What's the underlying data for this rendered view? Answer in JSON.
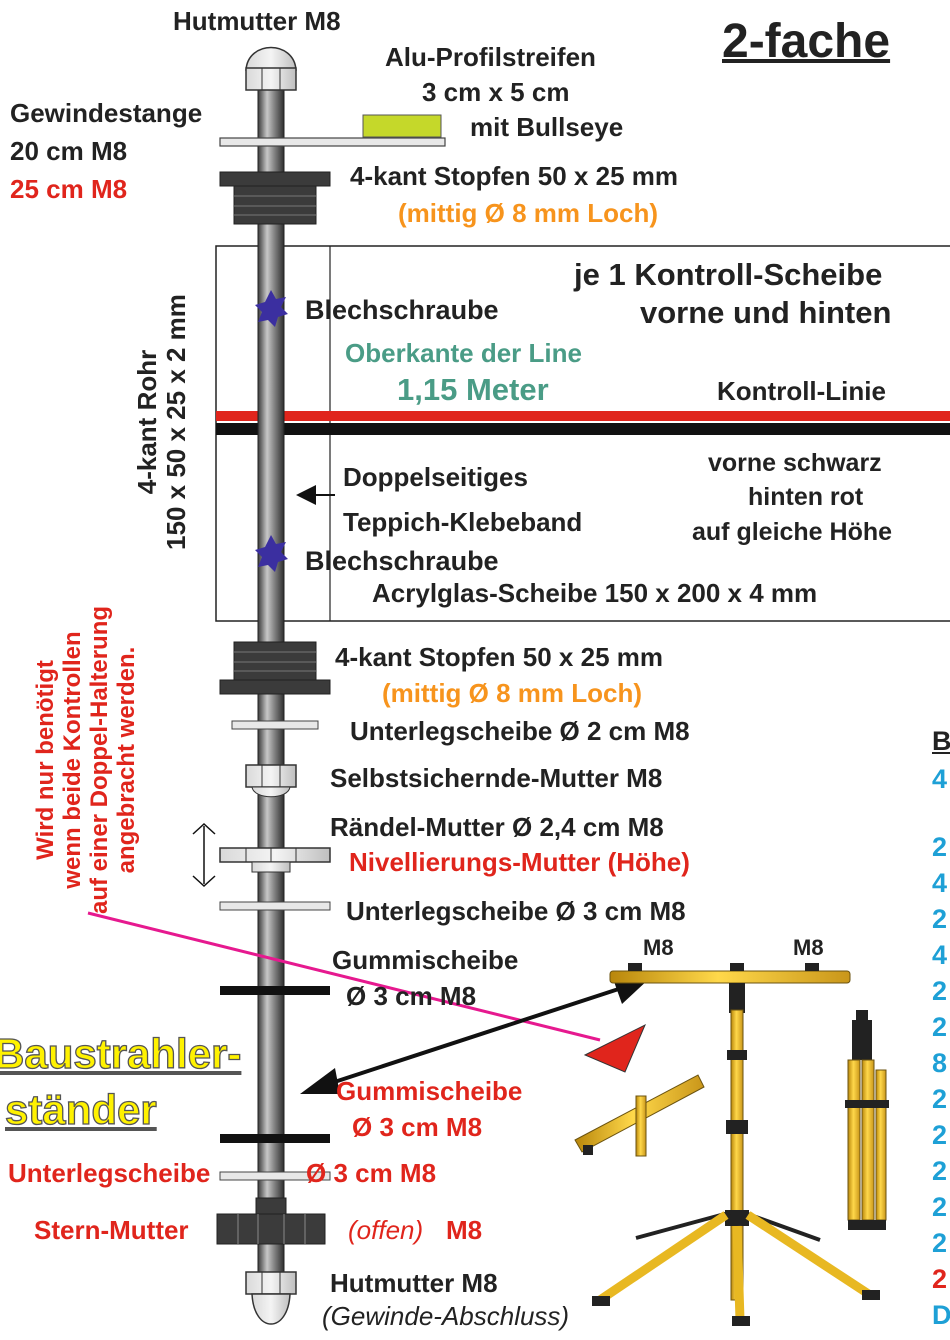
{
  "title": "2-fache",
  "colors": {
    "label_dark": "#222222",
    "label_red": "#e0251c",
    "label_orange": "#f7941d",
    "label_teal": "#4a9c86",
    "label_blue": "#1ea0d6",
    "alu_strip": "#c5d82a",
    "bullseye_screw": "#3b2fa0",
    "tripod_yellow": "#f2c12e",
    "pointer_magenta": "#e6198f"
  },
  "labels": {
    "hutmutter_top": "Hutmutter M8",
    "alu_line1": "Alu-Profilstreifen",
    "alu_line2": "3 cm x 5 cm",
    "alu_line3": "mit Bullseye",
    "gewinde_line1": "Gewindestange",
    "gewinde_line2": "20 cm M8",
    "gewinde_line3": "25 cm M8",
    "stopfen1_line1": "4-kant Stopfen 50 x 25 mm",
    "stopfen1_line2": "(mittig Ø 8 mm Loch)",
    "kontroll_scheibe_line1": "je 1 Kontroll-Scheibe",
    "kontroll_scheibe_line2": "vorne und hinten",
    "blechschraube1": "Blechschraube",
    "oberkante_line1": "Oberkante der Line",
    "oberkante_line2": "1,15 Meter",
    "kontroll_linie": "Kontroll-Linie",
    "rohr_line1": "4-kant Rohr",
    "rohr_line2": "150 x 50 x 25 x 2 mm",
    "doppel_line1": "Doppelseitiges",
    "doppel_line2": "Teppich-Klebeband",
    "vorne_line1": "vorne schwarz",
    "vorne_line2": "hinten rot",
    "vorne_line3": "auf gleiche Höhe",
    "blechschraube2": "Blechschraube",
    "acryl": "Acrylglas-Scheibe 150 x 200 x 4 mm",
    "stopfen2_line1": "4-kant Stopfen 50 x 25 mm",
    "stopfen2_line2": "(mittig Ø 8 mm Loch)",
    "unterleg1": "Unterlegscheibe Ø 2 cm M8",
    "selbst": "Selbstsichernde-Mutter M8",
    "raendel": "Rändel-Mutter Ø 2,4 cm M8",
    "nivell": "Nivellierungs-Mutter (Höhe)",
    "unterleg2": "Unterlegscheibe Ø 3 cm M8",
    "gummi1_line1": "Gummischeibe",
    "gummi1_line2": "Ø 3 cm M8",
    "m8_left": "M8",
    "m8_right": "M8",
    "bau_line1": "Baustrahler-",
    "bau_line2": "ständer",
    "gummi2_line1": "Gummischeibe",
    "gummi2_line2": "Ø 3 cm M8",
    "unterleg3_left": "Unterlegscheibe",
    "unterleg3_right": "Ø 3 cm M8",
    "stern": "Stern-Mutter",
    "offen": "(offen)",
    "offen_m8": "M8",
    "hutmutter_bottom": "Hutmutter M8",
    "gewinde_abschluss": "(Gewinde-Abschluss)",
    "note_line1": "Wird nur benötigt",
    "note_line2": "wenn beide Kontrollen",
    "note_line3": "auf einer Doppel-Halterung",
    "note_line4": "angebracht werden."
  },
  "parts_list": {
    "heading": "B",
    "items": [
      {
        "text": "4",
        "color": "blue"
      },
      {
        "text": "2",
        "color": "blue"
      },
      {
        "text": "4",
        "color": "blue"
      },
      {
        "text": "2",
        "color": "blue"
      },
      {
        "text": "4",
        "color": "blue"
      },
      {
        "text": "2",
        "color": "blue"
      },
      {
        "text": "2",
        "color": "blue"
      },
      {
        "text": "8",
        "color": "blue"
      },
      {
        "text": "2",
        "color": "blue"
      },
      {
        "text": "2",
        "color": "blue"
      },
      {
        "text": "2",
        "color": "blue"
      },
      {
        "text": "2",
        "color": "blue"
      },
      {
        "text": "2",
        "color": "blue"
      },
      {
        "text": "2",
        "color": "red"
      },
      {
        "text": "D",
        "color": "blue"
      }
    ]
  }
}
